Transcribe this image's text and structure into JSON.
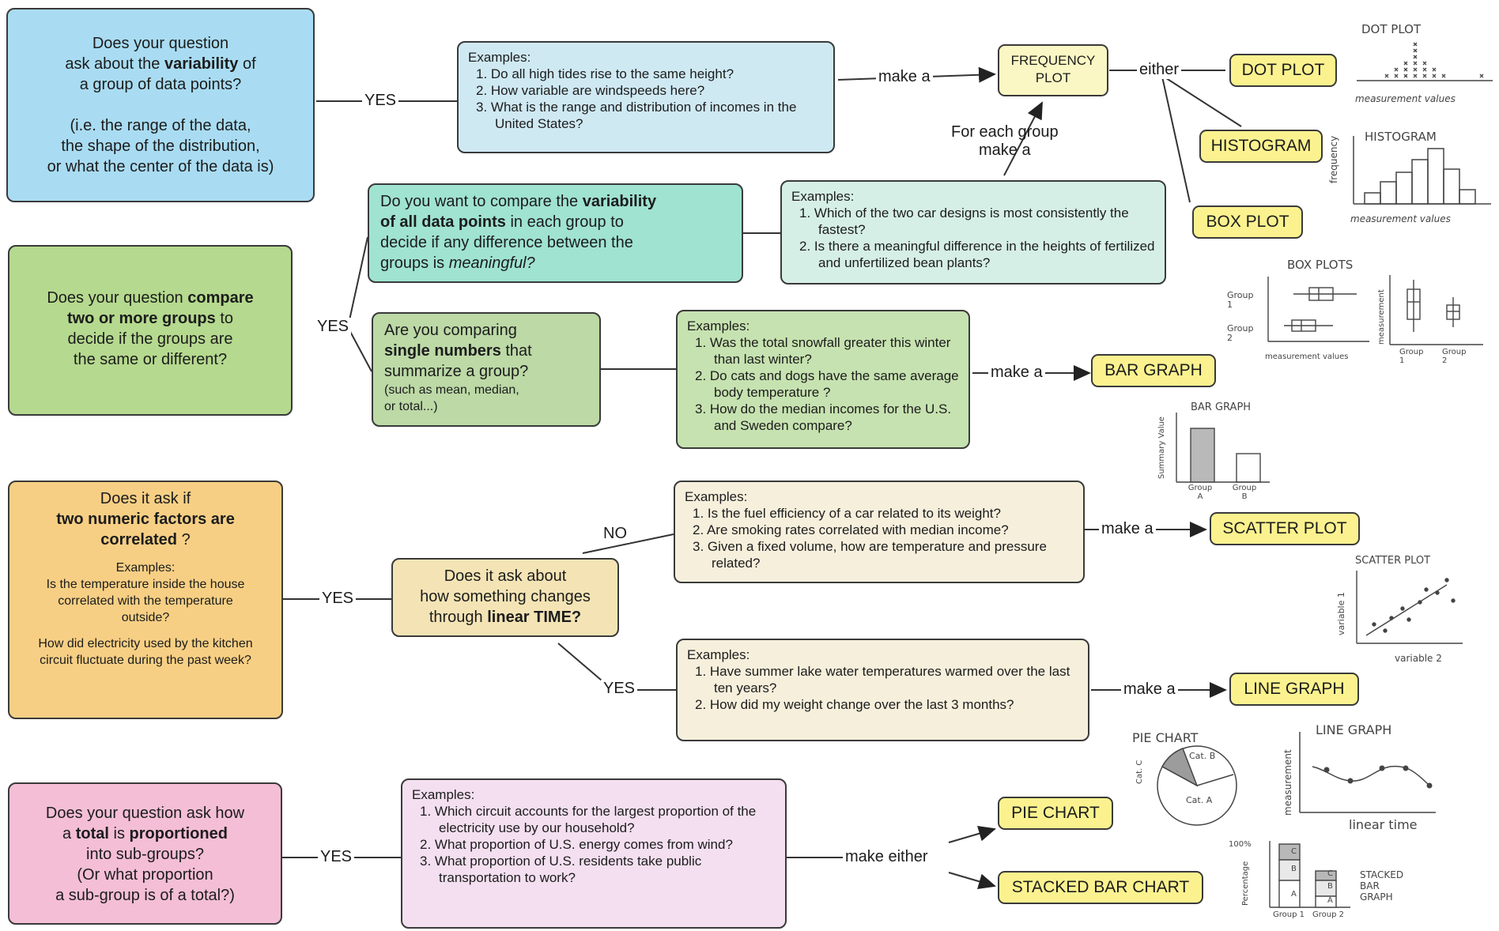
{
  "row1": {
    "question": {
      "line1": "Does your question",
      "line2_pre": "ask about the ",
      "line2_bold": "variability",
      "line2_post": " of",
      "line3": "a group of data points?",
      "note1": "(i.e. the range of the data,",
      "note2": "the shape of the distribution,",
      "note3": "or what the center of the data is)"
    },
    "yes": "YES",
    "examples_title": "Examples:",
    "examples": [
      "1.  Do all high tides rise to the same height?",
      "2.  How variable are windspeeds here?",
      "3.  What is the range and distribution of incomes in the United States?"
    ],
    "make_a": "make a",
    "frequency_plot": "FREQUENCY PLOT",
    "either": "either",
    "for_each_group": "For each group",
    "make_a2": "make a"
  },
  "outputs": {
    "dot_plot": "DOT PLOT",
    "histogram": "HISTOGRAM",
    "box_plot": "BOX PLOT",
    "bar_graph": "BAR GRAPH",
    "scatter_plot": "SCATTER PLOT",
    "line_graph": "LINE GRAPH",
    "pie_chart": "PIE CHART",
    "stacked_bar_chart": "STACKED BAR CHART"
  },
  "row2": {
    "question": {
      "line1": "Does your question ",
      "line1_bold": "compare",
      "line2_bold": "two or more groups",
      "line2_post": " to",
      "line3": "decide if the groups are",
      "line4": "the same or different?"
    },
    "yes": "YES",
    "sub_a": {
      "pre": "Do you want to compare the ",
      "bold1": "variability",
      "bold2": "of all data points",
      "post1": " in each group to",
      "line3": "decide if any difference between the",
      "line4_pre": "groups is ",
      "line4_italic": "meaningful?"
    },
    "sub_a_examples_title": "Examples:",
    "sub_a_examples": [
      "1.  Which of the two car designs is most consistently the fastest?",
      "2.  Is there a meaningful difference in the heights of fertilized and unfertilized bean plants?"
    ],
    "sub_b": {
      "line1": "Are you comparing",
      "bold": "single numbers",
      "post": " that",
      "line3": "summarize a group?",
      "note1": "(such as mean, median,",
      "note2": "or total...)"
    },
    "sub_b_examples_title": "Examples:",
    "sub_b_examples": [
      "1.  Was the total snowfall greater this winter than last winter?",
      "2.  Do cats and dogs have the same average body temperature ?",
      "3.  How do the median incomes for the U.S. and Sweden compare?"
    ],
    "make_a": "make a"
  },
  "row3": {
    "question": {
      "line1": "Does it ask if",
      "bold1": "two numeric factors are",
      "bold2": "correlated",
      "post": " ?",
      "ex_title": "Examples:",
      "ex1": "Is the temperature inside the house correlated with the temperature outside?",
      "ex2": "How did electricity used by the kitchen circuit fluctuate during the past week?"
    },
    "yes": "YES",
    "time_q": {
      "line1": "Does it ask about",
      "line2": "how something changes",
      "line3_pre": "through ",
      "line3_bold": "linear TIME?"
    },
    "no": "NO",
    "yes2": "YES",
    "no_examples_title": "Examples:",
    "no_examples": [
      "1.  Is the fuel efficiency of a car related to its weight?",
      "2.  Are smoking rates correlated with median income?",
      "3.  Given a fixed volume, how are temperature and pressure related?"
    ],
    "yes_examples_title": "Examples:",
    "yes_examples": [
      "1.  Have summer lake water temperatures warmed over the last ten years?",
      "2.  How did my weight change over the last 3 months?"
    ],
    "make_a1": "make a",
    "make_a2": "make a"
  },
  "row4": {
    "question": {
      "line1": "Does your question ask how",
      "line2_pre": "a ",
      "line2_bold1": "total",
      "line2_mid": " is ",
      "line2_bold2": "proportioned",
      "line3": "into sub-groups?",
      "line4": "(Or what proportion",
      "line5": "a sub-group is of a total?)"
    },
    "yes": "YES",
    "examples_title": "Examples:",
    "examples": [
      "1. Which circuit accounts for the largest proportion of the electricity use by our household?",
      "2. What proportion of U.S. energy comes from wind?",
      "3. What proportion of U.S. residents take public transportation to work?"
    ],
    "make_either": "make either"
  },
  "sketches": {
    "dot_title": "DOT PLOT",
    "dot_x": "measurement values",
    "hist_title": "HISTOGRAM",
    "hist_y": "frequency",
    "hist_x": "measurement values",
    "box_title": "BOX PLOTS",
    "box_group1": "Group 1",
    "box_group2": "Group 2",
    "box_x": "measurement values",
    "box_y": "measurement",
    "box_g1": "Group 1",
    "box_g2": "Group 2",
    "bar_title": "BAR GRAPH",
    "bar_y": "Summary Value",
    "bar_a": "Group A",
    "bar_b": "Group B",
    "scatter_title": "SCATTER PLOT",
    "scatter_y": "variable 1",
    "scatter_x": "variable 2",
    "pie_title": "PIE CHART",
    "pie_b": "Cat. B",
    "pie_a": "Cat. A",
    "pie_c": "Cat. C",
    "line_title": "LINE GRAPH",
    "line_y": "measurement",
    "line_x": "linear time",
    "stack_title": "STACKED BAR GRAPH",
    "stack_y": "Percentage",
    "stack_100": "100%",
    "stack_g1": "Group 1",
    "stack_g2": "Group 2",
    "seg_c": "C",
    "seg_b": "B",
    "seg_a": "A"
  }
}
